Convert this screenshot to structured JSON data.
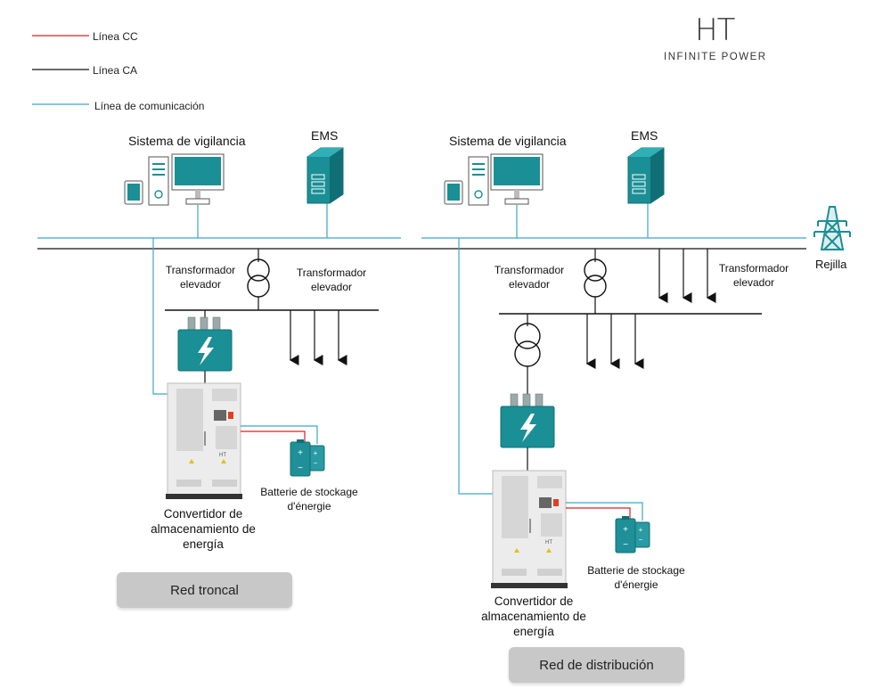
{
  "legend": {
    "dc_line": "Línea CC",
    "ac_line": "Línea CA",
    "comm_line": "Línea de comunicación"
  },
  "logo": {
    "mark": "HT",
    "tagline": "INFINITE POWER"
  },
  "left": {
    "monitoring_title": "Sistema de vigilancia",
    "ems_title": "EMS",
    "transformer_label_1": "Transformador elevador",
    "transformer_label_2": "Transformador elevador",
    "converter_label": "Convertidor de almacenamiento de energía",
    "battery_label": "Batterie de stockage d'énergie",
    "section_button": "Red troncal"
  },
  "right": {
    "monitoring_title": "Sistema de vigilancia",
    "ems_title": "EMS",
    "transformer_label_1": "Transformador elevador",
    "transformer_label_2": "Transformador elevador",
    "converter_label": "Convertidor de almacenamiento de energía",
    "battery_label": "Batterie de stockage d'énergie",
    "section_button": "Red de distribución"
  },
  "grid": {
    "label": "Rejilla"
  },
  "cabinet_brand": "HT",
  "colors": {
    "dc": "#d62020",
    "ac": "#111111",
    "comm": "#3aa7c6",
    "teal": "#1a8f95",
    "teal_dark": "#0f6f75",
    "cabinet": "#e6e6e6",
    "button": "#c8c8c8"
  },
  "icons": [
    "tablet-icon",
    "desktop-tower-icon",
    "monitor-icon",
    "ems-server-icon",
    "transformer-icon",
    "load-arrow-icon",
    "pcs-module-icon",
    "cabinet-icon",
    "battery-icon",
    "pylon-icon"
  ]
}
